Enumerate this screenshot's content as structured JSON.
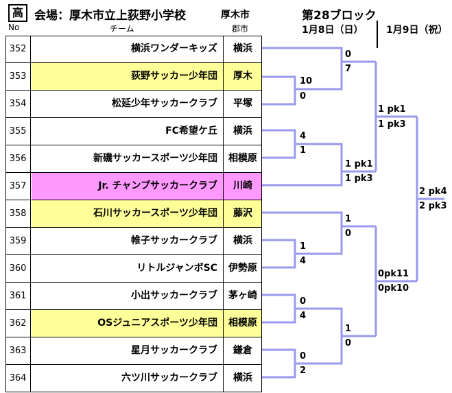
{
  "header": {
    "badge": "高",
    "venue": "会場：厚木市立上荻野小学校",
    "city": "厚木市",
    "block": "第28ブロック",
    "date1": "1月8日（日）",
    "date2": "1月9日（祝）",
    "col_no": "No",
    "col_team": "チーム",
    "col_city": "郡市"
  },
  "colors": {
    "highlight_yellow": "#ffff99",
    "highlight_pink": "#ff99ff",
    "bracket": "#9999ee"
  },
  "teams": [
    {
      "no": "352",
      "name": "横浜ワンダーキッズ",
      "city": "横浜",
      "hl": ""
    },
    {
      "no": "353",
      "name": "荻野サッカー少年団",
      "city": "厚木",
      "hl": "yellow"
    },
    {
      "no": "354",
      "name": "松延少年サッカークラブ",
      "city": "平塚",
      "hl": ""
    },
    {
      "no": "355",
      "name": "FC希望ケ丘",
      "city": "横浜",
      "hl": ""
    },
    {
      "no": "356",
      "name": "新磯サッカースポーツ少年団",
      "city": "相模原",
      "hl": ""
    },
    {
      "no": "357",
      "name": "Jr. チャンプサッカークラブ",
      "city": "川崎",
      "hl": "pink"
    },
    {
      "no": "358",
      "name": "石川サッカースポーツ少年団",
      "city": "藤沢",
      "hl": "yellow"
    },
    {
      "no": "359",
      "name": "帷子サッカークラブ",
      "city": "横浜",
      "hl": ""
    },
    {
      "no": "360",
      "name": "リトルジャンボSC",
      "city": "伊勢原",
      "hl": ""
    },
    {
      "no": "361",
      "name": "小出サッカークラブ",
      "city": "茅ヶ崎",
      "hl": ""
    },
    {
      "no": "362",
      "name": "OSジュニアスポーツ少年団",
      "city": "相模原",
      "hl": "yellow"
    },
    {
      "no": "363",
      "name": "星月サッカークラブ",
      "city": "鎌倉",
      "hl": ""
    },
    {
      "no": "364",
      "name": "六ツ川サッカークラブ",
      "city": "横浜",
      "hl": ""
    }
  ],
  "scores": {
    "s353_354_top": "10",
    "s353_354_bot": "0",
    "s352_top": "0",
    "s352_bot": "7",
    "s355_356_top": "4",
    "s355_356_bot": "1",
    "s356_357_top": "1 pk1",
    "s356_357_bot": "1 pk3",
    "semi1_top": "1 pk1",
    "semi1_bot": "1 pk3",
    "s359_360_top": "1",
    "s359_360_bot": "4",
    "s358_top": "1",
    "s358_bot": "0",
    "s361_362_top": "0",
    "s361_362_bot": "4",
    "s363_364_top": "0",
    "s363_364_bot": "2",
    "s_lower_top": "1",
    "s_lower_bot": "0",
    "semi2_top": "0pk11",
    "semi2_bot": "0pk10",
    "final_top": "2 pk4",
    "final_bot": "2 pk3"
  }
}
